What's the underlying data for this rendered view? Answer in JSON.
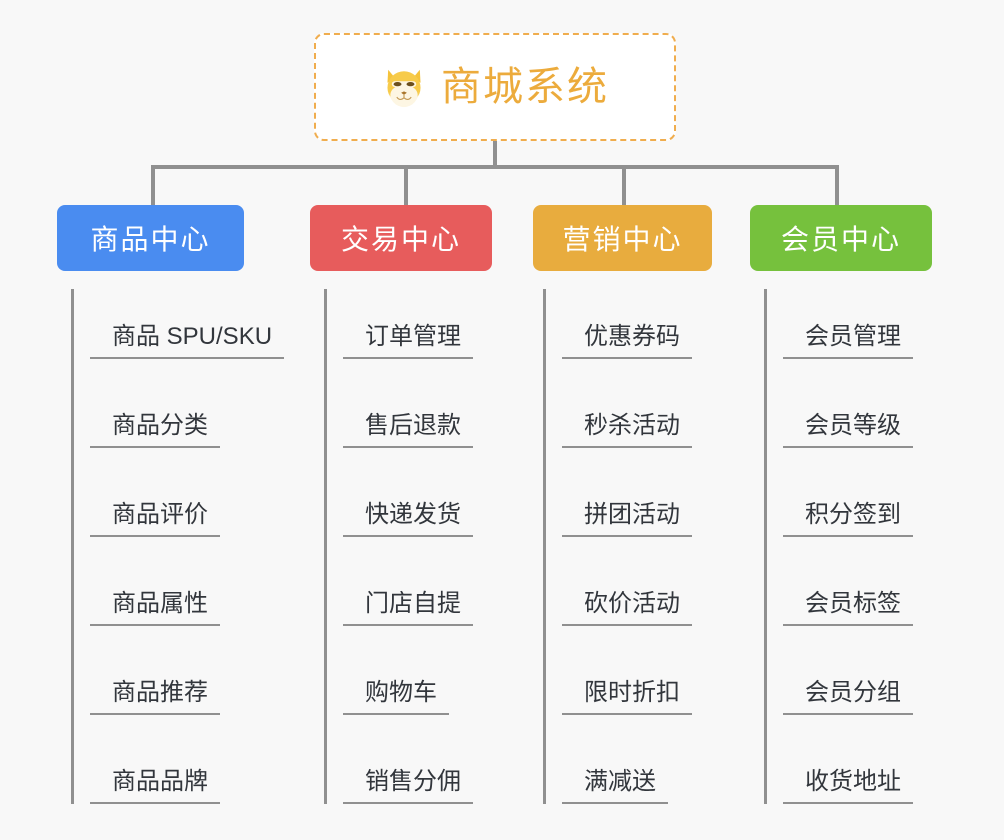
{
  "root": {
    "icon": "dog-face-icon",
    "title": "商城系统",
    "border_color": "#f0ad4e",
    "text_color": "#ecab3c",
    "background": "#ffffff"
  },
  "page": {
    "background": "#f8f8f8",
    "connector_color": "#909090"
  },
  "branches": [
    {
      "label": "商品中心",
      "color": "#4a8cf0",
      "items": [
        "商品 SPU/SKU",
        "商品分类",
        "商品评价",
        "商品属性",
        "商品推荐",
        "商品品牌"
      ]
    },
    {
      "label": "交易中心",
      "color": "#e75c5c",
      "items": [
        "订单管理",
        "售后退款",
        "快递发货",
        "门店自提",
        "购物车",
        "销售分佣"
      ]
    },
    {
      "label": "营销中心",
      "color": "#e8ac3e",
      "items": [
        "优惠券码",
        "秒杀活动",
        "拼团活动",
        "砍价活动",
        "限时折扣",
        "满减送"
      ]
    },
    {
      "label": "会员中心",
      "color": "#76c13d",
      "items": [
        "会员管理",
        "会员等级",
        "积分签到",
        "会员标签",
        "会员分组",
        "收货地址"
      ]
    }
  ]
}
